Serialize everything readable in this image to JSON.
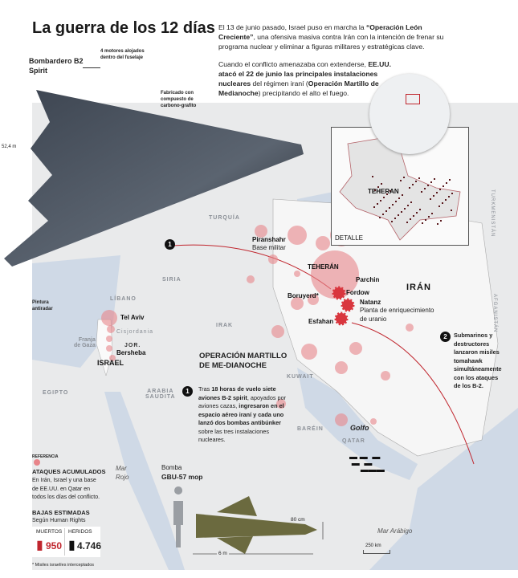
{
  "title": "La guerra de los 12 días",
  "intro": {
    "p1": [
      "El 13 de junio pasado, Israel puso en marcha la ",
      "“Operación León Creciente”",
      ", una ofensiva masiva contra Irán con la intención de frenar su programa nuclear y eliminar a figuras militares y estratégicas clave."
    ],
    "p2": [
      "Cuando el conflicto amenazaba con extenderse, ",
      "EE.UU. atacó el 22 de junio las principales instalaciones nucleares",
      " del régimen iraní (",
      "Operación Martillo de Medianoche",
      ") precipitando el alto el fuego."
    ]
  },
  "bomber": {
    "title": "Bombardero B2 Spirit",
    "engines": "4 motores alojados dentro del fuselaje",
    "material": "Fabricado con compuesto de carbono-grafito",
    "paint": "Pintura antiradar",
    "span": "52,4 m"
  },
  "map": {
    "countries": {
      "turquia": "TURQUÍA",
      "siria": "SIRIA",
      "libano": "LÍBANO",
      "irak": "IRAK",
      "iran": "IRÁN",
      "kuwait": "KUWAIT",
      "barein": "BARÉIN",
      "qatar": "QATAR",
      "egipto": "EGIPTO",
      "arabia1": "ARABIA",
      "arabia2": "SAUDITA",
      "jor": "JOR.",
      "israel": "ISRAEL",
      "turkmenistan": "TURKMENISTÁN",
      "afganistan": "AFGANISTÁN",
      "cisjordania": "Cisjordania",
      "gaza1": "Franja",
      "gaza2": "de Gaza"
    },
    "cities": {
      "telaviv": "Tel Aviv",
      "bersheba": "Bersheba",
      "piranshahr": "Piranshahr",
      "base": "Base militar",
      "teheran": "TEHERÁN",
      "parchin": "Parchin",
      "fordow": "Fordow",
      "boruyerd": "Boruyerd*",
      "natanz": "Natanz",
      "natanz_desc1": "Planta de enriquecimiento",
      "natanz_desc2": "de uranio",
      "esfahan": "Esfahan"
    },
    "seas": {
      "golfo": "Golfo",
      "rojo1": "Mar",
      "rojo2": "Rojo",
      "arabigo": "Mar Arábigo"
    },
    "scale": "250 km",
    "detail": {
      "label": "DETALLE",
      "city": "TEHERAN"
    }
  },
  "operation": {
    "title": "OPERACIÓN MARTILLO DE ME-DIANOCHE",
    "step1_num": "1",
    "step1": [
      "Tras ",
      "18 horas de vuelo siete aviones B-2 spirit",
      ", apoyados por aviones cazas, ",
      "ingresaron en el espacio aéreo iraní y cada uno lanzó dos bombas antibúnker",
      " sobre las tres instalaciones nucleares."
    ],
    "step2_num": "2",
    "step2": "Submarinos y destructores lanzaron misiles tomahawk simultáneamente con los ataques de los B-2."
  },
  "bomb": {
    "label": "Bomba",
    "name": "GBU-57 mop",
    "diameter": "80 cm",
    "length": "6 m"
  },
  "legend": {
    "ref": "REFERENCIA",
    "title": "ATAQUES ACUMULADOS",
    "desc": "En Irán, Israel y una base de EE.UU. en Qatar en todos los días del conflicto.",
    "cas_title": "BAJAS ESTIMADAS",
    "cas_src": "Según Human Rights",
    "dead_label": "MUERTOS",
    "dead": "950",
    "injured_label": "HERIDOS",
    "injured": "4.746",
    "note": "* Misiles israelíes interceptados"
  },
  "colors": {
    "accent": "#d9363e",
    "circle": "#e8858a"
  }
}
